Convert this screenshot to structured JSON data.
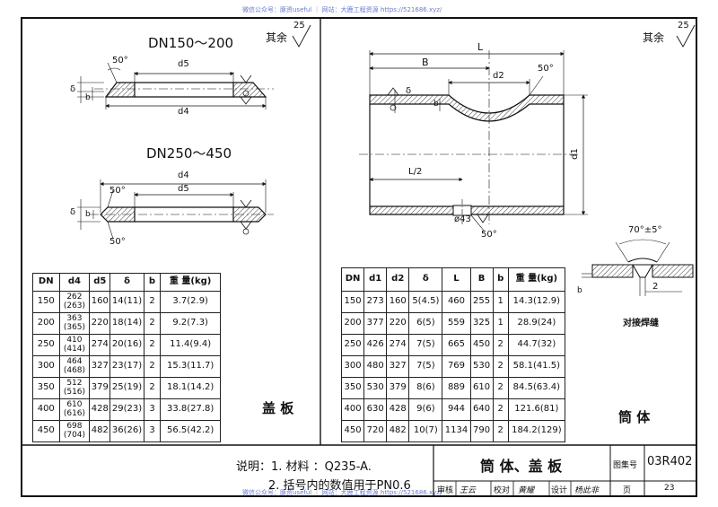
{
  "watermark": {
    "top": "微信公众号：豚资useful ｜ 网站：大鹿工程资源 https://521686.xyz/",
    "bottom": "微信公众号：豚资useful ｜ 网站：大鹿工程资源 https://521686.xyz/"
  },
  "left": {
    "title1": "DN150～200",
    "title2": "DN250～450",
    "rest_label": "其余",
    "rest_value": "25",
    "dims": {
      "d5": "d5",
      "d4": "d4",
      "delta": "δ",
      "b": "b",
      "angle": "50°"
    },
    "caption": "盖 板",
    "table": {
      "headers": [
        "DN",
        "d4",
        "d5",
        "δ",
        "b",
        "重 量(kg)"
      ],
      "rows": [
        [
          "150",
          "262\n(263)",
          "160",
          "14(11)",
          "2",
          "3.7(2.9)"
        ],
        [
          "200",
          "363\n(365)",
          "220",
          "18(14)",
          "2",
          "9.2(7.3)"
        ],
        [
          "250",
          "410\n(414)",
          "274",
          "20(16)",
          "2",
          "11.4(9.4)"
        ],
        [
          "300",
          "464\n(468)",
          "327",
          "23(17)",
          "2",
          "15.3(11.7)"
        ],
        [
          "350",
          "512\n(516)",
          "379",
          "25(19)",
          "2",
          "18.1(14.2)"
        ],
        [
          "400",
          "610\n(616)",
          "428",
          "29(23)",
          "3",
          "33.8(27.8)"
        ],
        [
          "450",
          "698\n(704)",
          "482",
          "36(26)",
          "3",
          "56.5(42.2)"
        ]
      ]
    }
  },
  "right": {
    "rest_label": "其余",
    "rest_value": "25",
    "dims": {
      "L": "L",
      "B": "B",
      "d2": "d2",
      "d1": "d1",
      "L2": "L/2",
      "hole": "ø43",
      "delta": "δ",
      "b": "b",
      "angle": "50°"
    },
    "weld": {
      "angle": "70°±5°",
      "gap": "2",
      "b": "b",
      "caption": "对接焊缝"
    },
    "caption": "筒 体",
    "table": {
      "headers": [
        "DN",
        "d1",
        "d2",
        "δ",
        "L",
        "B",
        "b",
        "重 量(kg)"
      ],
      "rows": [
        [
          "150",
          "273",
          "160",
          "5(4.5)",
          "460",
          "255",
          "1",
          "14.3(12.9)"
        ],
        [
          "200",
          "377",
          "220",
          "6(5)",
          "559",
          "325",
          "1",
          "28.9(24)"
        ],
        [
          "250",
          "426",
          "274",
          "7(5)",
          "665",
          "450",
          "2",
          "44.7(32)"
        ],
        [
          "300",
          "480",
          "327",
          "7(5)",
          "769",
          "530",
          "2",
          "58.1(41.5)"
        ],
        [
          "350",
          "530",
          "379",
          "8(6)",
          "889",
          "610",
          "2",
          "84.5(63.4)"
        ],
        [
          "400",
          "630",
          "428",
          "9(6)",
          "944",
          "640",
          "2",
          "121.6(81)"
        ],
        [
          "450",
          "720",
          "482",
          "10(7)",
          "1134",
          "790",
          "2",
          "184.2(129)"
        ]
      ]
    }
  },
  "notes": {
    "line1": "说明：1. 材料 ：Q235-A.",
    "line2": "2. 括号内的数值用于PN0.6"
  },
  "title_block": {
    "title": "筒 体、盖 板",
    "atlas_label": "图集号",
    "atlas_no": "03R402",
    "review_label": "审核",
    "review_sign": "王云",
    "check_label": "校对",
    "check_sign": "黄耀",
    "design_label": "设计",
    "design_sign": "杨此非",
    "page_label": "页",
    "page_no": "23"
  }
}
